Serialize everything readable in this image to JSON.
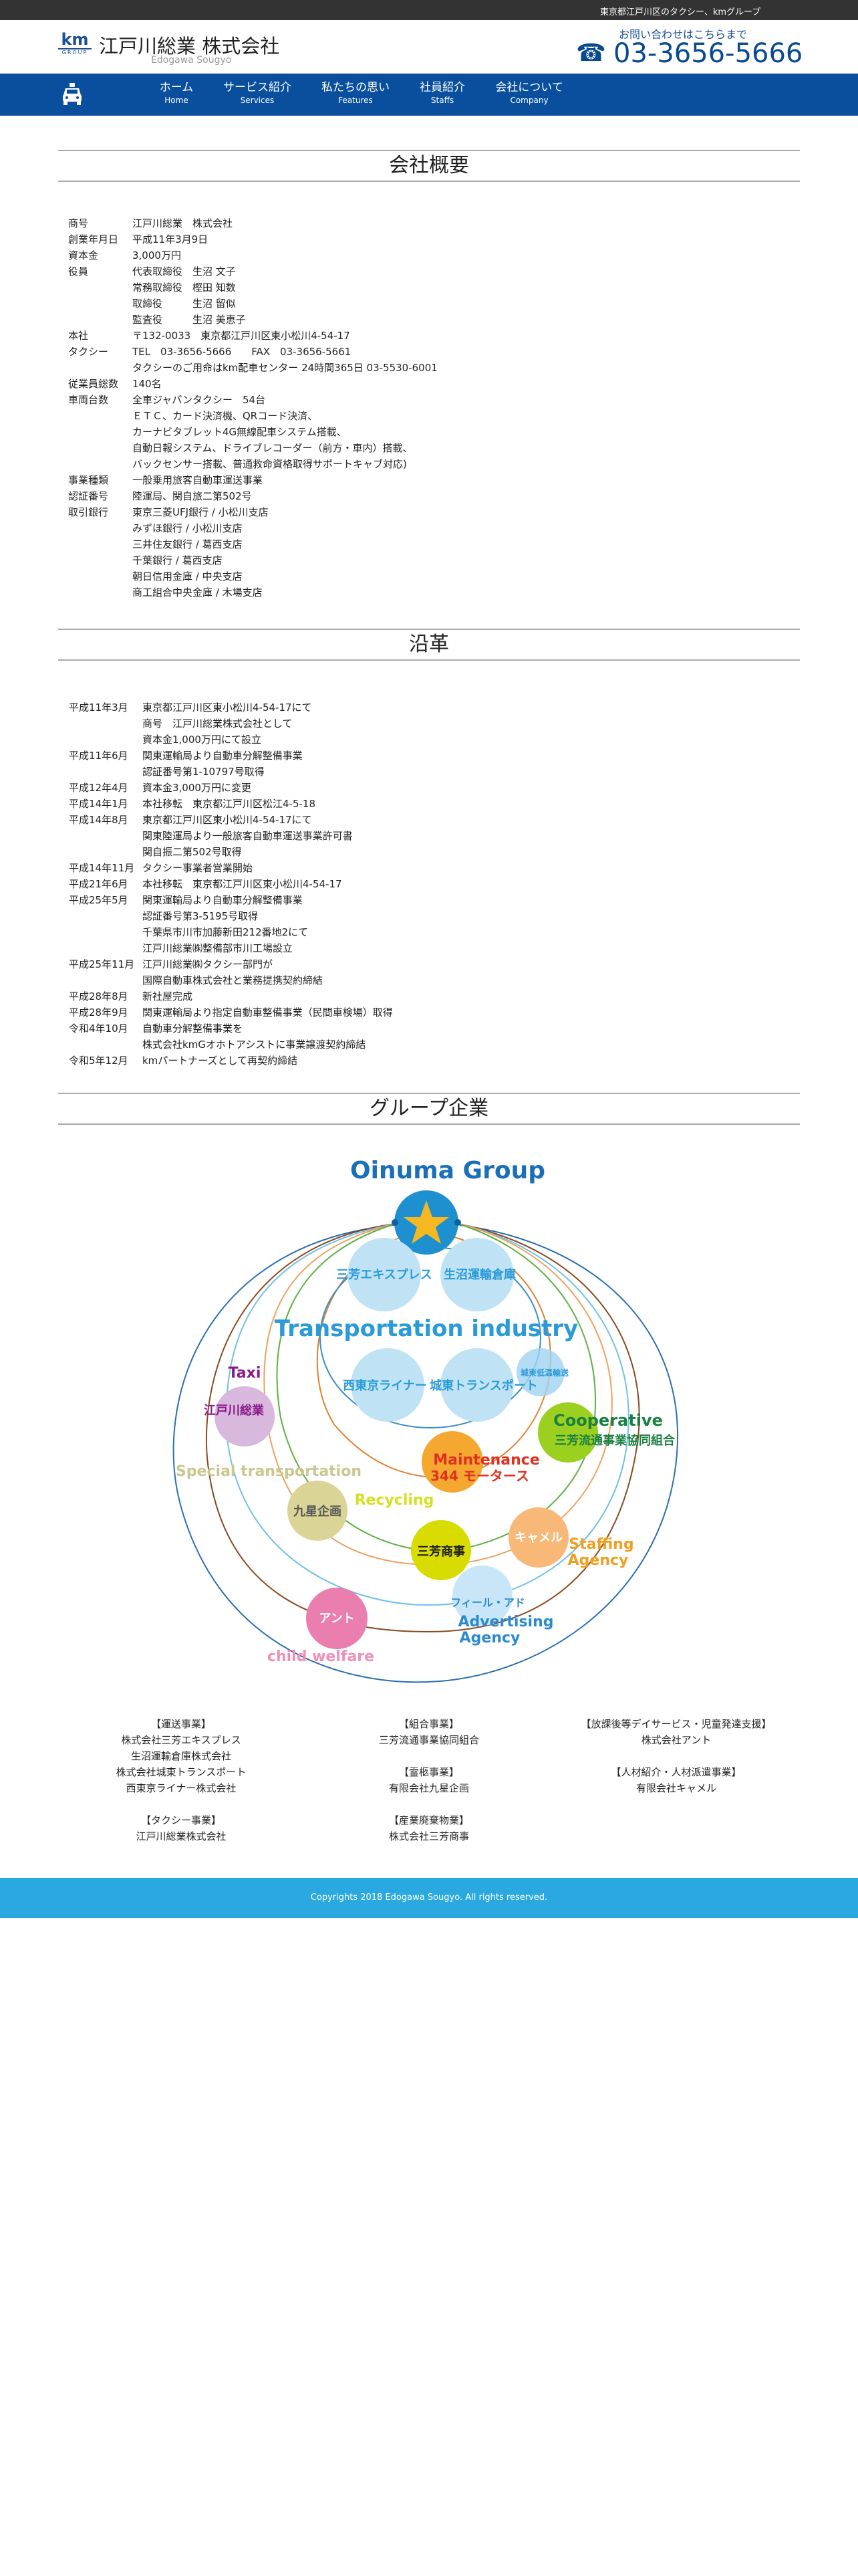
{
  "topbar": {
    "tagline": "東京都江戸川区のタクシー、kmグループ"
  },
  "header": {
    "logo_text": "km",
    "logo_sub": "GROUP",
    "company_name": "江戸川総業 株式会社",
    "company_romaji": "Edogawa Sougyo",
    "contact_label": "お問い合わせはこちらまで",
    "phone": "03-3656-5666"
  },
  "nav": {
    "items": [
      {
        "jp": "ホーム",
        "en": "Home"
      },
      {
        "jp": "サービス紹介",
        "en": "Services"
      },
      {
        "jp": "私たちの思い",
        "en": "Features"
      },
      {
        "jp": "社員紹介",
        "en": "Staffs"
      },
      {
        "jp": "会社について",
        "en": "Company"
      }
    ]
  },
  "overview": {
    "title": "会社概要",
    "rows": [
      [
        "商号",
        "江戸川総業　株式会社"
      ],
      [
        "創業年月日",
        "平成11年3月9日"
      ],
      [
        "資本金",
        "3,000万円"
      ],
      [
        "役員",
        "代表取締役　生沼 文子"
      ],
      [
        "",
        "常務取締役　樫田 知数"
      ],
      [
        "",
        "取締役　　　生沼 留似"
      ],
      [
        "",
        "監査役　　　生沼 美恵子"
      ],
      [
        "本社",
        "〒132-0033　東京都江戸川区東小松川4-54-17"
      ],
      [
        "タクシー",
        "TEL　03-3656-5666　　FAX　03-3656-5661"
      ],
      [
        "",
        "タクシーのご用命はkm配車センター 24時間365日 03-5530-6001"
      ],
      [
        "従業員総数",
        "140名"
      ],
      [
        "車両台数",
        "全車ジャパンタクシー　54台"
      ],
      [
        "",
        "ＥＴＣ、カード決済機、QRコード決済、"
      ],
      [
        "",
        "カーナビタブレット4G無線配車システム搭載、"
      ],
      [
        "",
        "自動日報システム、ドライブレコーダー（前方・車内）搭載、"
      ],
      [
        "",
        "バックセンサー搭載、普通救命資格取得サポートキャブ対応)"
      ],
      [
        "事業種類",
        "一般乗用旅客自動車運送事業"
      ],
      [
        "認証番号",
        "陸運局、関自旅二第502号"
      ],
      [
        "取引銀行",
        "東京三菱UFJ銀行 / 小松川支店"
      ],
      [
        "",
        "みずほ銀行 / 小松川支店"
      ],
      [
        "",
        "三井住友銀行 / 葛西支店"
      ],
      [
        "",
        "千葉銀行 / 葛西支店"
      ],
      [
        "",
        "朝日信用金庫 / 中央支店"
      ],
      [
        "",
        "商工組合中央金庫 / 木場支店"
      ]
    ]
  },
  "history": {
    "title": "沿革",
    "rows": [
      [
        "平成11年3月",
        "東京都江戸川区東小松川4-54-17にて"
      ],
      [
        "",
        "商号　江戸川総業株式会社として"
      ],
      [
        "",
        "資本金1,000万円にて設立"
      ],
      [
        "平成11年6月",
        "関東運輸局より自動車分解整備事業"
      ],
      [
        "",
        "認証番号第1-10797号取得"
      ],
      [
        "平成12年4月",
        "資本金3,000万円に変更"
      ],
      [
        "平成14年1月",
        "本社移転　東京都江戸川区松江4-5-18"
      ],
      [
        "平成14年8月",
        "東京都江戸川区東小松川4-54-17にて"
      ],
      [
        "",
        "関東陸運局より一般旅客自動車運送事業許可書"
      ],
      [
        "",
        "関自振二第502号取得"
      ],
      [
        "平成14年11月",
        "タクシー事業者営業開始"
      ],
      [
        "平成21年6月",
        "本社移転　東京都江戸川区東小松川4-54-17"
      ],
      [
        "平成25年5月",
        "関東運輸局より自動車分解整備事業"
      ],
      [
        "",
        "認証番号第3-5195号取得"
      ],
      [
        "",
        "千葉県市川市加藤新田212番地2にて"
      ],
      [
        "",
        "江戸川総業㈱整備部市川工場設立"
      ],
      [
        "平成25年11月",
        "江戸川総業㈱タクシー部門が"
      ],
      [
        "",
        "国際自動車株式会社と業務提携契約締結"
      ],
      [
        "平成28年8月",
        "新社屋完成"
      ],
      [
        "平成28年9月",
        "関東運輸局より指定自動車整備事業（民間車検場）取得"
      ],
      [
        "令和4年10月",
        "自動車分解整備事業を"
      ],
      [
        "",
        "株式会社kmGオホトアシストに事業譲渡契約締結"
      ],
      [
        "令和5年12月",
        "kmパートナーズとして再契約締結"
      ]
    ]
  },
  "group": {
    "title": "グループ企業",
    "diagram": {
      "title": "Oinuma Group",
      "transport_label": "Transportation industry",
      "sanpo_express": "三芳エキスプレス",
      "oinuma_unyu": "生沼運輸倉庫",
      "nishitokyo": "西東京ライナー",
      "joto_transport": "城東トランスポート",
      "joto_teion": "城東低温輸送",
      "taxi_label": "Taxi",
      "edogawa": "江戸川総業",
      "cooperative_label": "Cooperative",
      "cooperative_name": "三芳流通事業協同組合",
      "maintenance_label": "Maintenance",
      "maintenance_name": "344 モータース",
      "special_label": "Special transportation",
      "kyusei": "九星企画",
      "recycling_label": "Recycling",
      "sanpo_shoji": "三芳商事",
      "camel": "キャメル",
      "staffing_1": "Staffing",
      "staffing_2": "Agency",
      "feel_ad": "フィール・アド",
      "advertising_1": "Advertising",
      "advertising_2": "Agency",
      "ant": "アント",
      "child_label": "child welfare"
    },
    "columns": [
      [
        {
          "heading": "【運送事業】",
          "items": [
            "株式会社三芳エキスプレス",
            "生沼運輸倉庫株式会社",
            "株式会社城東トランスポート",
            "西東京ライナー株式会社"
          ]
        },
        {
          "heading": "【タクシー事業】",
          "items": [
            "江戸川総業株式会社"
          ]
        }
      ],
      [
        {
          "heading": "【組合事業】",
          "items": [
            "三芳流通事業協同組合"
          ]
        },
        {
          "heading": "【霊柩事業】",
          "items": [
            "有限会社九星企画"
          ]
        },
        {
          "heading": "【産業廃棄物業】",
          "items": [
            "株式会社三芳商事"
          ]
        }
      ],
      [
        {
          "heading": "【放課後等デイサービス・児童発達支援】",
          "items": [
            "株式会社アント"
          ]
        },
        {
          "heading": "【人材紹介・人材派遣事業】",
          "items": [
            "有限会社キャメル"
          ]
        }
      ]
    ]
  },
  "footer": {
    "copyright": "Copyrights 2018 Edogawa Sougyo. All rights reserved."
  },
  "colors": {
    "nav": "#0a4f9e",
    "footer": "#29a9e0",
    "topbar": "#333333",
    "brand": "#1a4f9a"
  }
}
